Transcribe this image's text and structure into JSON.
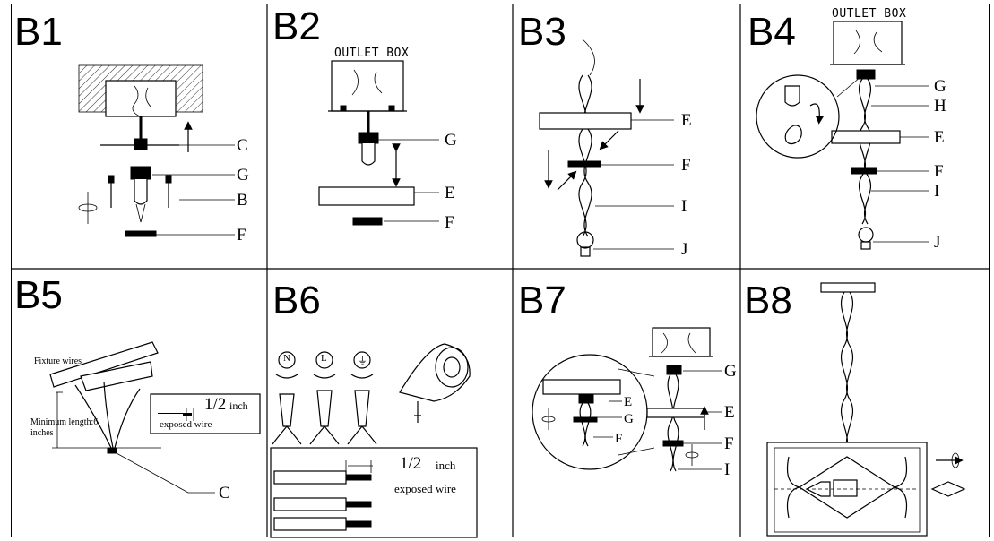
{
  "steps": {
    "b1": {
      "tag": "B1",
      "labels": {
        "c": "C",
        "g": "G",
        "b": "B",
        "f": "F"
      }
    },
    "b2": {
      "tag": "B2",
      "outlet_box": "OUTLET BOX",
      "labels": {
        "g": "G",
        "e": "E",
        "f": "F"
      }
    },
    "b3": {
      "tag": "B3",
      "labels": {
        "e": "E",
        "f": "F",
        "i": "I",
        "j": "J"
      }
    },
    "b4": {
      "tag": "B4",
      "outlet_box": "OUTLET BOX",
      "labels": {
        "g": "G",
        "h": "H",
        "e": "E",
        "f": "F",
        "i": "I",
        "j": "J"
      }
    },
    "b5": {
      "tag": "B5",
      "fixture_wires": "Fixture wires",
      "min_length_line1": "Minimum length:6",
      "min_length_line2": "inches",
      "strip_length": "1/2",
      "strip_unit": "inch",
      "exposed_wire": "exposed wire",
      "labels": {
        "c": "C"
      }
    },
    "b6": {
      "tag": "B6",
      "symbols": [
        "N",
        "L",
        "⏚"
      ],
      "strip_length": "1/2",
      "strip_unit": "inch",
      "exposed_wire": "exposed wire"
    },
    "b7": {
      "tag": "B7",
      "labels": {
        "e_detail": "E",
        "g_detail": "G",
        "f_detail": "F",
        "g": "G",
        "e": "E",
        "f": "F",
        "i": "I"
      }
    },
    "b8": {
      "tag": "B8"
    }
  }
}
